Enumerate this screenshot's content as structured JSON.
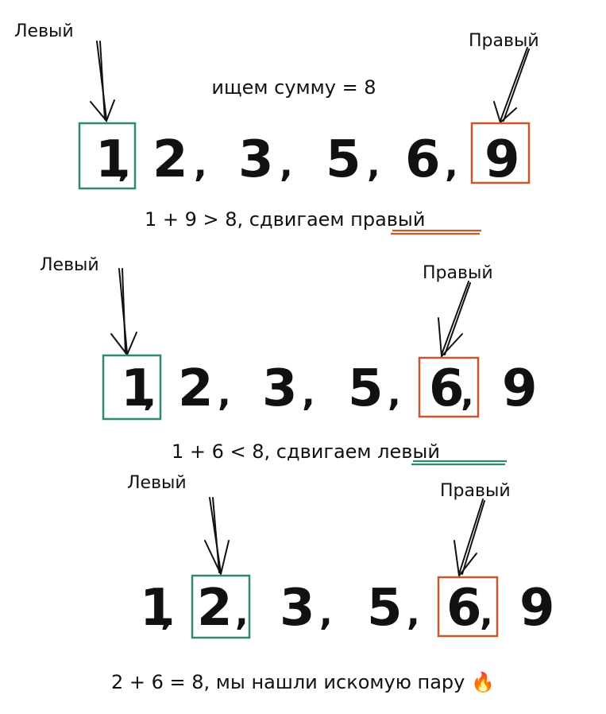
{
  "heading": "ищем сумму = 8",
  "colors": {
    "left": "#2e8b64",
    "right": "#c8582a",
    "ink": "#111111"
  },
  "steps": [
    {
      "numbers": [
        "1",
        "2",
        "3",
        "5",
        "6",
        "9"
      ],
      "left_index": 0,
      "right_index": 5,
      "left_label": "Левый",
      "right_label": "Правый",
      "caption_prefix": "1 + 9 > 8, сдвигаем ",
      "caption_emphasis": "правый",
      "caption_suffix": ""
    },
    {
      "numbers": [
        "1",
        "2",
        "3",
        "5",
        "6",
        "9"
      ],
      "left_index": 0,
      "right_index": 4,
      "left_label": "Левый",
      "right_label": "Правый",
      "caption_prefix": "1 + 6 < 8, сдвигаем ",
      "caption_emphasis": "левый",
      "caption_suffix": ""
    },
    {
      "numbers": [
        "1",
        "2",
        "3",
        "5",
        "6",
        "9"
      ],
      "left_index": 1,
      "right_index": 4,
      "left_label": "Левый",
      "right_label": "Правый",
      "caption_prefix": "2 + 6 = 8, мы нашли искомую пару ",
      "caption_emphasis": "",
      "caption_suffix": "🔥"
    }
  ]
}
